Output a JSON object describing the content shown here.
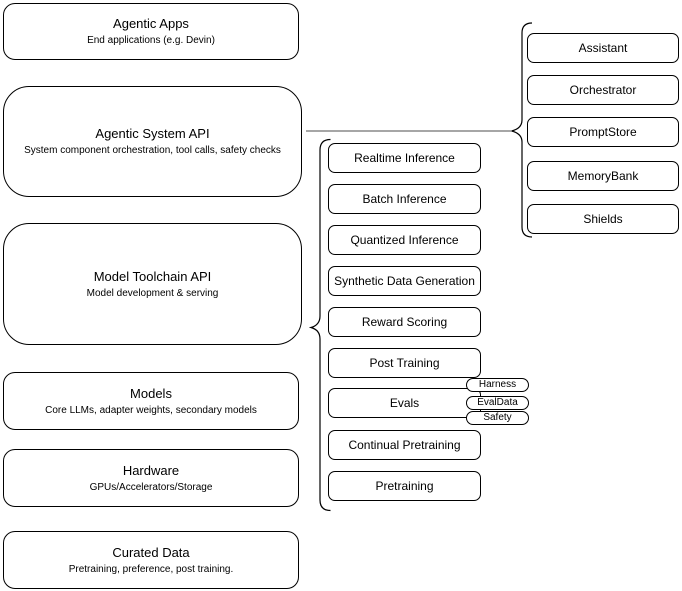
{
  "diagram": {
    "title": "Agentic AI stack diagram",
    "colors": {
      "stroke": "#000000",
      "fill": "#ffffff",
      "connector": "#4d4d4d",
      "background": "#ffffff"
    },
    "left_column": [
      {
        "title": "Agentic Apps",
        "subtitle": "End applications (e.g. Devin)"
      },
      {
        "title": "Agentic System API",
        "subtitle": "System component orchestration, tool calls, safety checks"
      },
      {
        "title": "Model Toolchain API",
        "subtitle": "Model development & serving"
      },
      {
        "title": "Models",
        "subtitle": "Core LLMs, adapter weights, secondary models"
      },
      {
        "title": "Hardware",
        "subtitle": "GPUs/Accelerators/Storage"
      },
      {
        "title": "Curated Data",
        "subtitle": "Pretraining, preference, post training."
      }
    ],
    "toolchain_items": [
      "Realtime Inference",
      "Batch Inference",
      "Quantized Inference",
      "Synthetic Data Generation",
      "Reward Scoring",
      "Post Training",
      "Evals",
      "Continual Pretraining",
      "Pretraining"
    ],
    "eval_tags": [
      "Harness",
      "EvalData",
      "Safety"
    ],
    "system_components": [
      "Assistant",
      "Orchestrator",
      "PromptStore",
      "MemoryBank",
      "Shields"
    ]
  }
}
